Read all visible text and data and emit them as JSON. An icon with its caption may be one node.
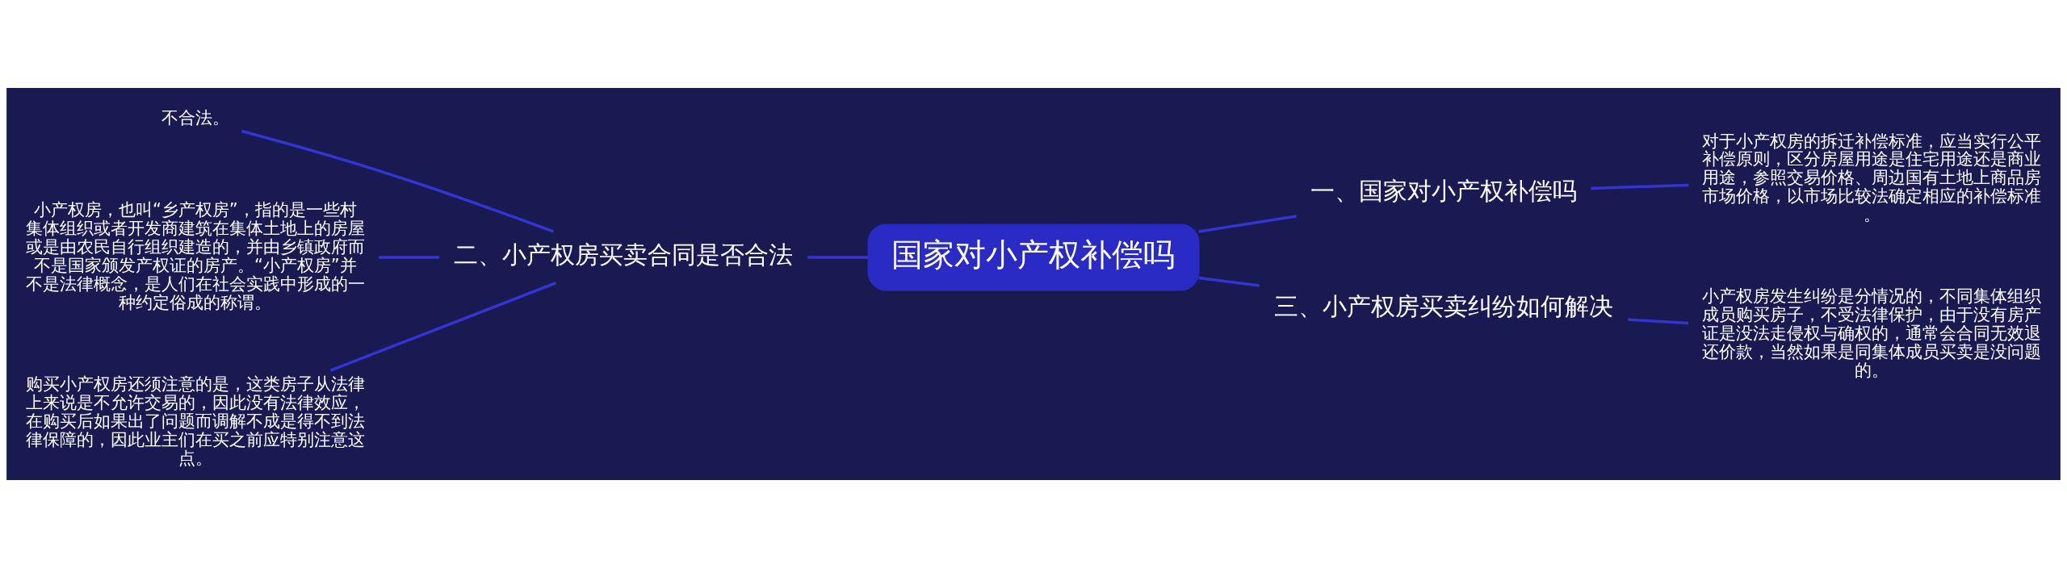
{
  "diagram": {
    "nodes": [
      {
        "text": [
          "国家对小产权补偿吗"
        ]
      },
      {
        "text": [
          "二、小产权房买卖合同是否合法"
        ]
      },
      {
        "text": [
          "不合法。"
        ]
      },
      {
        "text": [
          "小产权房，也叫“乡产权房”，指的是一些村集体组织或者开发商建筑在集体土地上的房屋或是由农民自行组织建造的，并由乡镇政府而不是国家颁发产权证的房产。“小产权房”并不是法律概念，是人们在社会实践中形成的一种约定俗成的称谓。"
        ]
      },
      {
        "text": [
          "购买小产权房还须注意的是，这类房子从法律上来说是不允许交易的，因此没有法律效应，在购买后如果出了问题而调解不成是得不到法律保障的，因此业主们在买之前应特别注意这点。"
        ]
      },
      {
        "text": [
          "一、国家对小产权补偿吗"
        ]
      },
      {
        "text": [
          "对于小产权房的拆迁补偿标准，应当实行公平补偿原则，区分房屋用途是住宅用途还是商业用途，参照交易价格、周边国有土地上商品房市场价格，以市场比较法确定相应的补偿标准。"
        ]
      },
      {
        "text": [
          "三、小产权房买卖纠纷如何解决"
        ]
      },
      {
        "text": [
          "小产权房发生纠纷是分情况的，不同集体组织成员购买房子，不受法律保护，由于没有房产证是没法走侵权与确权的，通常会合同无效退还价款，当然如果是同集体成员买卖是没问题的。"
        ]
      }
    ],
    "edges": [
      {
        "from": 0,
        "to": 1,
        "arrow": "none"
      },
      {
        "from": 1,
        "to": 2,
        "arrow": "none"
      },
      {
        "from": 1,
        "to": 3,
        "arrow": "none"
      },
      {
        "from": 1,
        "to": 4,
        "arrow": "none"
      },
      {
        "from": 0,
        "to": 5,
        "arrow": "none"
      },
      {
        "from": 5,
        "to": 6,
        "arrow": "none"
      },
      {
        "from": 0,
        "to": 7,
        "arrow": "none"
      },
      {
        "from": 7,
        "to": 8,
        "arrow": "none"
      }
    ]
  }
}
